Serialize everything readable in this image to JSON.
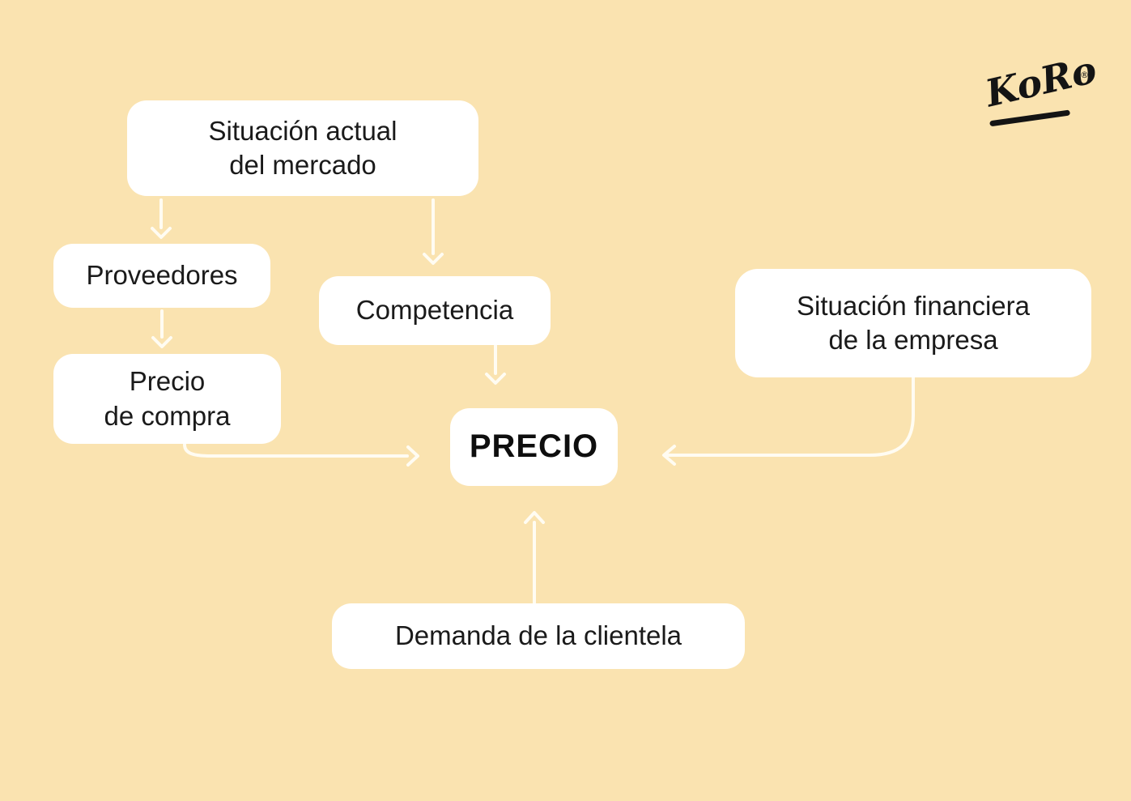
{
  "page": {
    "background_color": "#FAE3B0"
  },
  "logo": {
    "text": "KoRo",
    "registered_mark": "®",
    "color": "#141414"
  },
  "diagram": {
    "colors": {
      "box_background": "#FFFFFF",
      "text": "#1A1A1A",
      "arrow": "#FFFCF2"
    },
    "nodes": [
      {
        "id": "situacion-mercado",
        "line1": "Situación actual",
        "line2": "del mercado"
      },
      {
        "id": "proveedores",
        "line1": "Proveedores"
      },
      {
        "id": "precio-compra",
        "line1": "Precio",
        "line2": "de compra"
      },
      {
        "id": "competencia",
        "line1": "Competencia"
      },
      {
        "id": "situacion-financiera",
        "line1": "Situación financiera",
        "line2": "de la empresa"
      },
      {
        "id": "precio",
        "line1": "PRECIO"
      },
      {
        "id": "demanda",
        "line1": "Demanda de la clientela"
      }
    ],
    "edges": [
      {
        "from": "situacion-mercado",
        "to": "proveedores"
      },
      {
        "from": "situacion-mercado",
        "to": "competencia"
      },
      {
        "from": "proveedores",
        "to": "precio-compra"
      },
      {
        "from": "precio-compra",
        "to": "precio"
      },
      {
        "from": "competencia",
        "to": "precio"
      },
      {
        "from": "situacion-financiera",
        "to": "precio"
      },
      {
        "from": "demanda",
        "to": "precio"
      }
    ]
  }
}
